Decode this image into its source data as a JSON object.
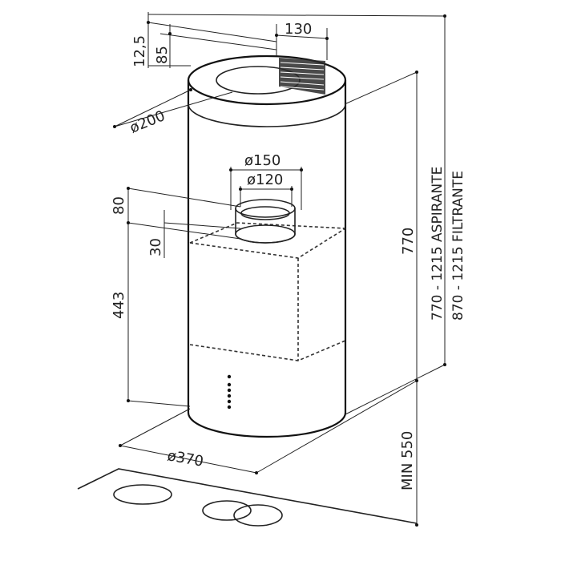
{
  "dimensions": {
    "d12_5": "12,5",
    "d85": "85",
    "d130": "130",
    "d200": "ø200",
    "d150": "ø150",
    "d120": "ø120",
    "d80": "80",
    "d30": "30",
    "d443": "443",
    "d770": "770",
    "d_aspirante": "770 - 1215 ASPIRANTE",
    "d_filtrante": "870 - 1215 FILTRANTE",
    "d370": "ø370",
    "d_min550": "MIN 550"
  }
}
